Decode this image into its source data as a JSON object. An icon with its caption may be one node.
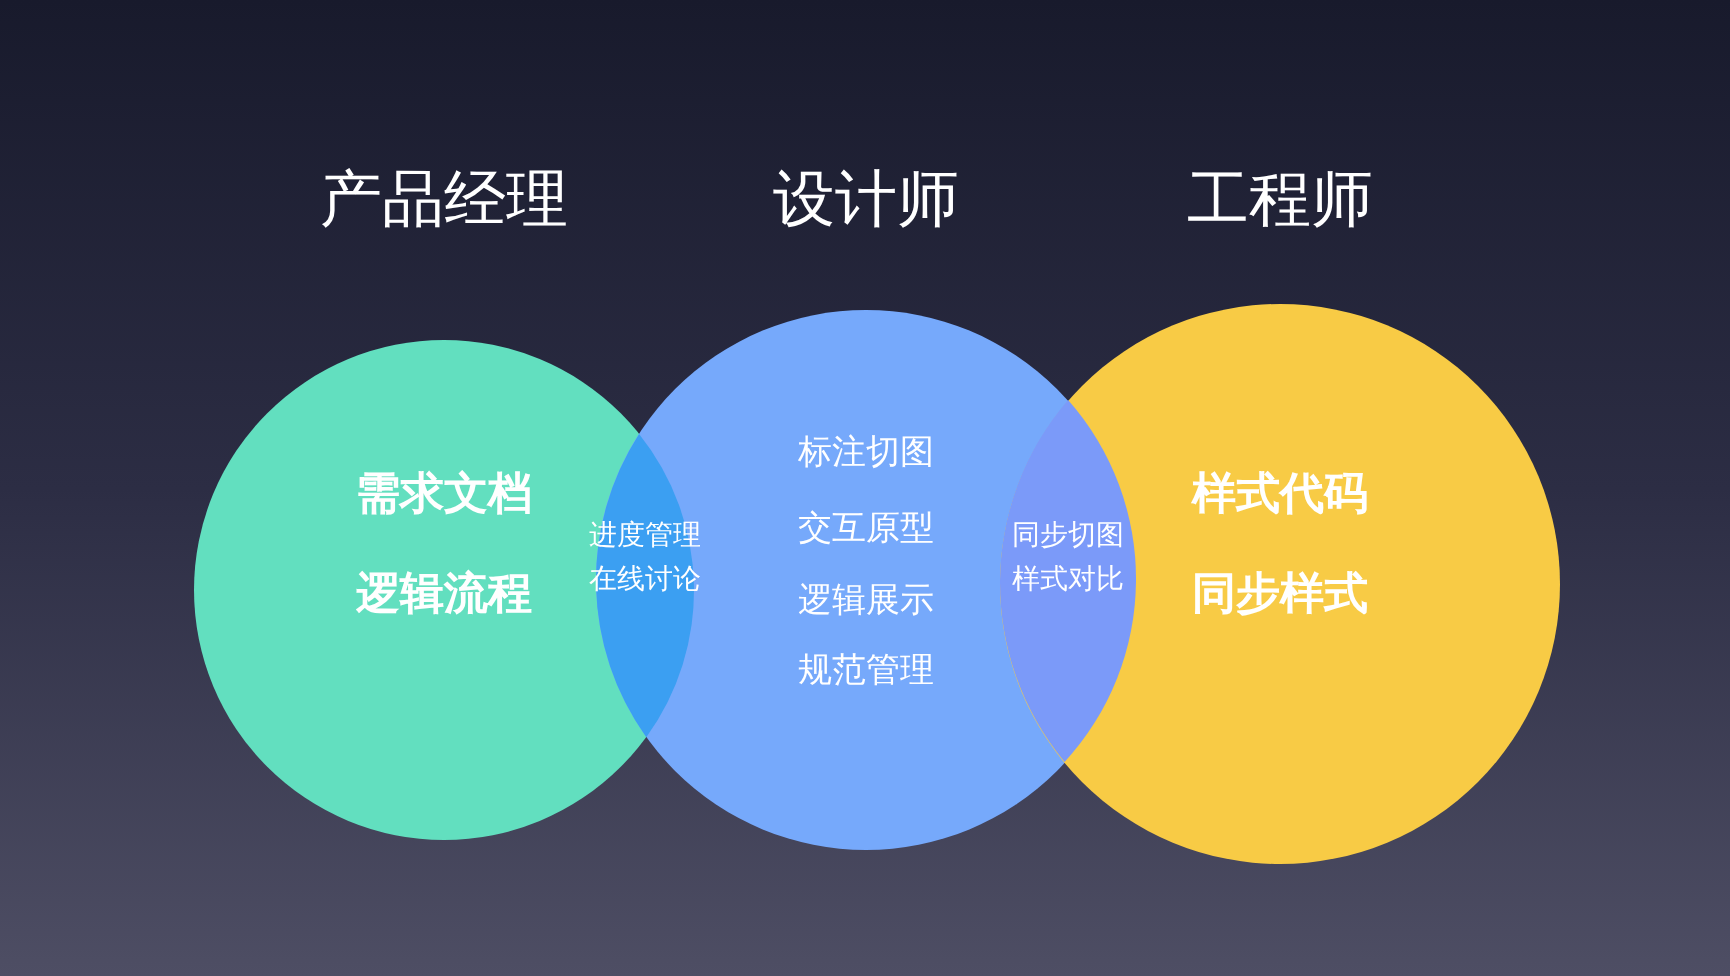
{
  "diagram": {
    "nodes": [
      {
        "text": [
          "产品经理",
          "需求文档",
          "逻辑流程"
        ]
      },
      {
        "text": [
          "设计师",
          "标注切图",
          "交互原型",
          "逻辑展示",
          "规范管理"
        ]
      },
      {
        "text": [
          "工程师",
          "样式代码",
          "同步样式"
        ]
      },
      {
        "text": [
          "进度管理",
          "在线讨论"
        ]
      },
      {
        "text": [
          "同步切图",
          "样式对比"
        ]
      }
    ]
  }
}
